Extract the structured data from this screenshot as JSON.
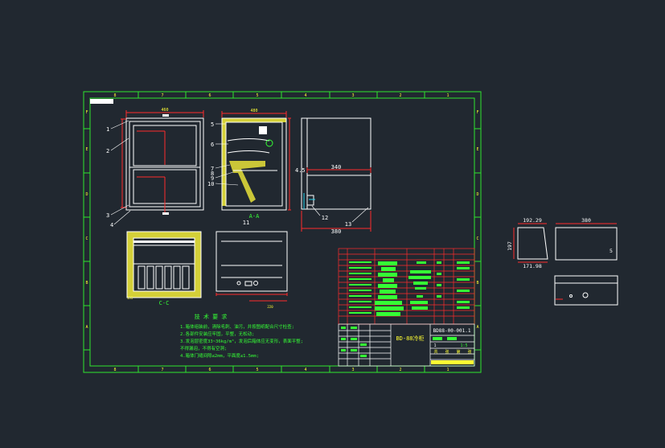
{
  "colors": {
    "background": "#212830",
    "frame": "#2ee62e",
    "geometry": "#ffffff",
    "dimension": "#ff2b2b",
    "hatch": "#e8e23a",
    "text_green": "#35ff35",
    "title_yellow": "#ffff33",
    "leader_cyan": "#22d3ee"
  },
  "icons": {
    "title_tag": "title-tag-icon",
    "fan": "fan-icon"
  },
  "grid": {
    "top": [
      "8",
      "7",
      "6",
      "5",
      "4",
      "3",
      "2",
      "1"
    ],
    "bottom": [
      "8",
      "7",
      "6",
      "5",
      "4",
      "3",
      "2",
      "1"
    ],
    "left": [
      "F",
      "E",
      "D",
      "C",
      "B",
      "A"
    ],
    "right": [
      "F",
      "E",
      "D",
      "C",
      "B",
      "A"
    ]
  },
  "views": {
    "front": {
      "width_dim": "460",
      "balloons": [
        "1",
        "2",
        "3",
        "4"
      ]
    },
    "section_aa": {
      "label": "A-A",
      "callouts_left": [
        "5",
        "6",
        "7",
        "8",
        "9",
        "10"
      ],
      "callout_bottom": "11",
      "depth_dim": "480"
    },
    "side": {
      "dim_inner": "340",
      "dim_bottom": "380",
      "callout_left": "4.5",
      "callouts_bottom": [
        "12",
        "13"
      ]
    },
    "section_cc": {
      "label": "C-C",
      "dim_left": "155"
    },
    "rear": {
      "dim_bottom": "220"
    }
  },
  "notes": {
    "heading": "技 术 要 求",
    "lines": [
      "1.箱体组装前，清除毛刺、油污，并按图纸配合尺寸检查;",
      "2.各部件安装应牢固，平整，无松动;",
      "3.发泡层密度33~36kg/m³，发泡后箱体应无变形，表面平整;",
      "  不得漏泡，不得有空洞;",
      "4.箱体门缝间隙≤2mm，平面度≤1.5mm;"
    ]
  },
  "title_block": {
    "title": "BD-88冷柜",
    "drawing_no": "BD88-00-001.1",
    "sheet": "1",
    "scale": "1:5",
    "foot_cells": [
      "共",
      "张",
      "第",
      "张"
    ]
  },
  "detail_views": {
    "dim_top_left": "192.29",
    "dim_left": "197",
    "dim_bottom": "171.98",
    "dim_top_right": "380",
    "dim_right": "5"
  }
}
